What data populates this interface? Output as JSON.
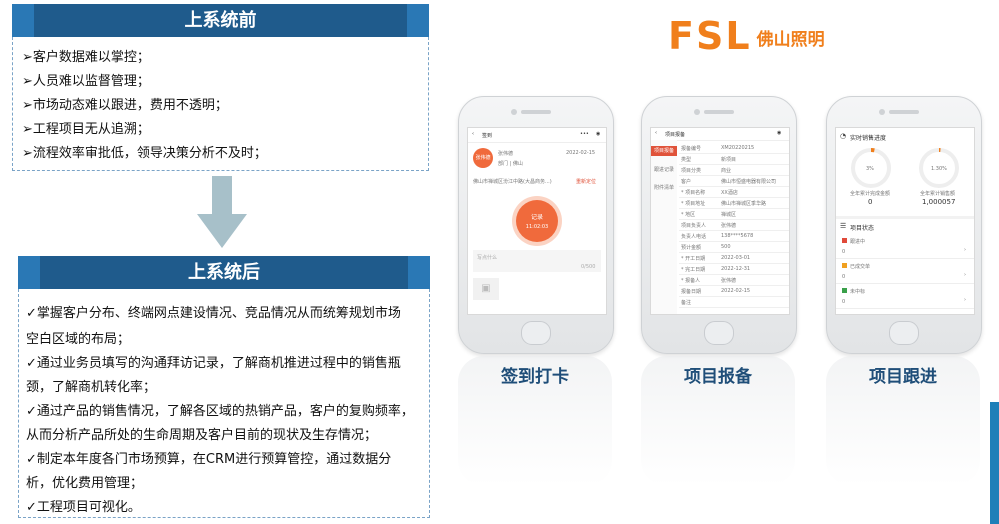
{
  "before": {
    "title": "上系统前",
    "items": [
      "➢客户数据难以掌控；",
      "➢人员难以监督管理；",
      "➢市场动态难以跟进，费用不透明；",
      "➢工程项目无从追溯；",
      "➢流程效率审批低，领导决策分析不及时；"
    ]
  },
  "after": {
    "title": "上系统后",
    "lines": [
      "✓掌握客户分布、终端网点建设情况、竞品情况从而统筹规划市场",
      "空白区域的布局；",
      "✓通过业务员填写的沟通拜访记录，了解商机推进过程中的销售瓶",
      "颈，了解商机转化率；",
      "✓通过产品的销售情况，了解各区域的热销产品，客户的复购频率，",
      "从而分析产品所处的生命周期及客户目前的现状及生存情况；",
      "✓制定本年度各门市场预算，在CRM进行预算管控，通过数据分",
      "析，优化费用管理；",
      "✓工程项目可视化。"
    ]
  },
  "logo": {
    "latin": "FSL",
    "cn": "佛山照明",
    "color": "#f07f1c"
  },
  "phones": [
    {
      "caption": "签到打卡",
      "screen": {
        "topbar": "签到",
        "user": "张伟德",
        "dept": "部门 | 佛山",
        "date": "2022-02-15",
        "address": "佛山市禅城区汾江中路(大昌商务...)",
        "reloc": "重新定位",
        "avatar": "张伟德",
        "btn_label": "记录",
        "btn_time": "11:02:03",
        "note_placeholder": "写点什么",
        "counter": "0/500"
      }
    },
    {
      "caption": "项目报备",
      "screen": {
        "topbar": "项目报备",
        "side": [
          "项目报备",
          "跟进记录",
          "附件清单"
        ],
        "rows": [
          [
            "报备编号",
            "XM20220215"
          ],
          [
            "类型",
            "新项目"
          ],
          [
            "项目分类",
            "商业"
          ],
          [
            "客户",
            "佛山市恒盛电器有限公司"
          ],
          [
            "* 项目名称",
            "XX酒店"
          ],
          [
            "* 项目地址",
            "佛山市禅城区季华路"
          ],
          [
            "* 地区",
            "禅城区"
          ],
          [
            "项目负责人",
            "张伟德"
          ],
          [
            "负责人电话",
            "138****5678"
          ],
          [
            "预计金额",
            "500"
          ],
          [
            "* 开工日期",
            "2022-03-01"
          ],
          [
            "* 完工日期",
            "2022-12-31"
          ],
          [
            "* 报备人",
            "张伟德"
          ],
          [
            "报备日期",
            "2022-02-15"
          ],
          [
            "备注",
            ""
          ]
        ]
      }
    },
    {
      "caption": "项目跟进",
      "screen": {
        "title": "实时销售进度",
        "g1_pct": "3%",
        "g1_value": "0",
        "g1_label": "全年累计完成金额",
        "g2_pct": "1.30%",
        "g2_value": "1,000057",
        "g2_label": "全年累计销售额",
        "g1_fraction": 0.03,
        "g2_fraction": 0.013,
        "section": "项目状态",
        "statuses": [
          {
            "label": "跟进中",
            "count": "0",
            "color": "#e04a3a"
          },
          {
            "label": "已成交单",
            "count": "0",
            "color": "#f0a020"
          },
          {
            "label": "未中标",
            "count": "0",
            "color": "#3aa04a"
          }
        ]
      }
    }
  ],
  "colors": {
    "header": "#1f5b8c",
    "accent": "#2a78b5",
    "caption": "#1f4e79",
    "record_btn": "#f06a3c",
    "arrow": "#a7c0c9"
  }
}
